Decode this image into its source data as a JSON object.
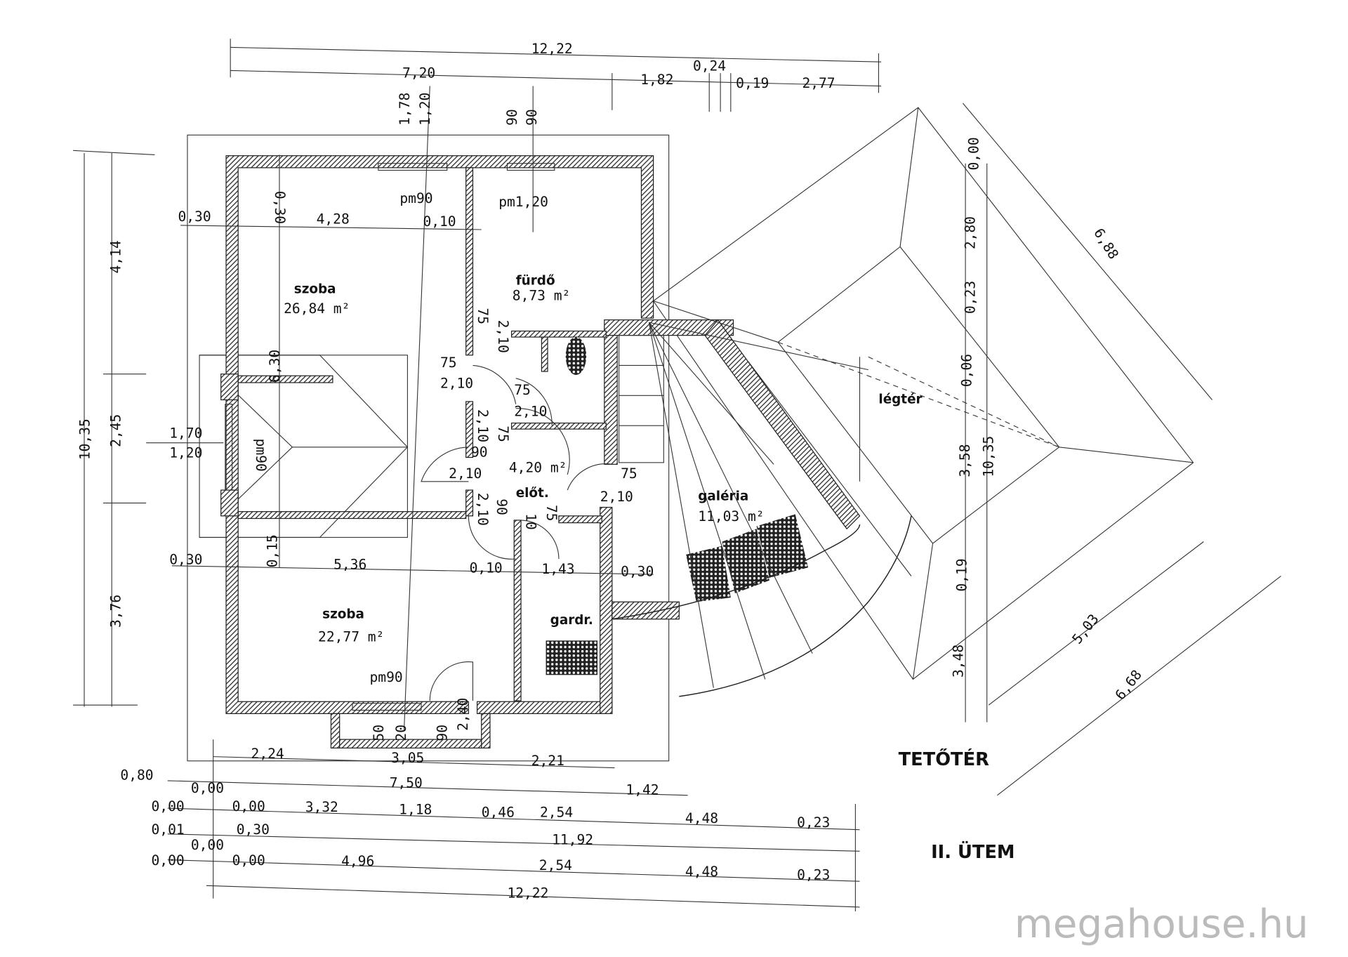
{
  "title_label": "TETŐTÉR",
  "phase_label": "II. ÜTEM",
  "watermark": "megahouse.hu",
  "rooms": [
    {
      "name": "szoba",
      "area": "26,84 m²"
    },
    {
      "name": "fürdő",
      "area": "8,73 m²"
    },
    {
      "name": "előt.",
      "area": "4,20 m²"
    },
    {
      "name": "galéria",
      "area": "11,03 m²"
    },
    {
      "name": "szoba",
      "area": "22,77 m²"
    },
    {
      "name": "gardr."
    },
    {
      "name": "légtér"
    }
  ],
  "windows": [
    "pm90",
    "pm1,20",
    "pm90",
    "pm90"
  ],
  "door_labels": [
    "75",
    "2,10",
    "75",
    "2,10",
    "75",
    "2,10",
    "2,10",
    "75",
    "90",
    "2,10",
    "2,10",
    "90",
    "10",
    "75",
    "75",
    "2,10"
  ],
  "dimensions": {
    "top": [
      "12,22",
      "7,20",
      "1,82",
      "0,24",
      "0,19",
      "2,77",
      "1,78",
      "1,20",
      "90",
      "90"
    ],
    "upper": [
      "0,30",
      "0,30",
      "4,28",
      "0,10"
    ],
    "left": [
      "10,35",
      "4,14",
      "2,45",
      "3,76",
      "6,30",
      "1,70",
      "1,20",
      "0,15"
    ],
    "middle": [
      "0,30",
      "5,36",
      "0,10",
      "1,43",
      "0,30"
    ],
    "entrance": [
      "50",
      "20",
      "90",
      "2,40"
    ],
    "right": [
      "0,00",
      "2,80",
      "0,23",
      "0,06",
      "3,58",
      "10,35",
      "0,19",
      "3,48",
      "6,88",
      "5,03",
      "6,68"
    ],
    "bottom": [
      "2,24",
      "3,05",
      "2,21",
      "0,80",
      "0,00",
      "7,50",
      "1,42",
      "0,00",
      "0,00",
      "3,32",
      "1,18",
      "0,46",
      "2,54",
      "4,48",
      "0,23",
      "0,01",
      "0,30",
      "11,92",
      "0,00",
      "0,00",
      "0,00",
      "4,96",
      "2,54",
      "4,48",
      "0,23",
      "12,22"
    ]
  }
}
